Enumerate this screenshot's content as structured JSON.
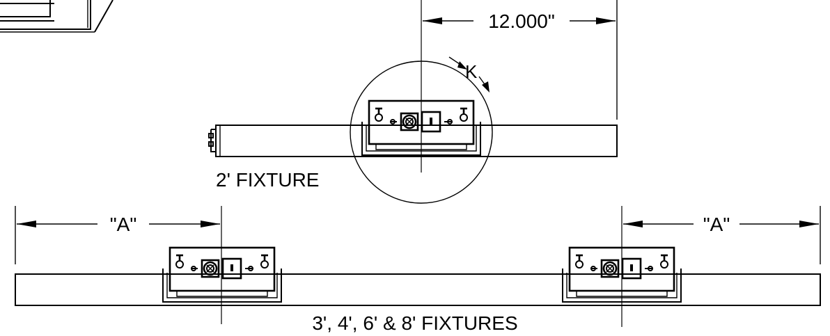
{
  "dimensions": {
    "top_dimension": "12.000\"",
    "left_dimension": "\"A\"",
    "right_dimension": "\"A\""
  },
  "labels": {
    "detail_marker": "K",
    "two_foot_fixture": "2' FIXTURE",
    "multi_fixture": "3', 4', 6' & 8' FIXTURES"
  },
  "colors": {
    "line": "#000000",
    "background": "#ffffff"
  }
}
